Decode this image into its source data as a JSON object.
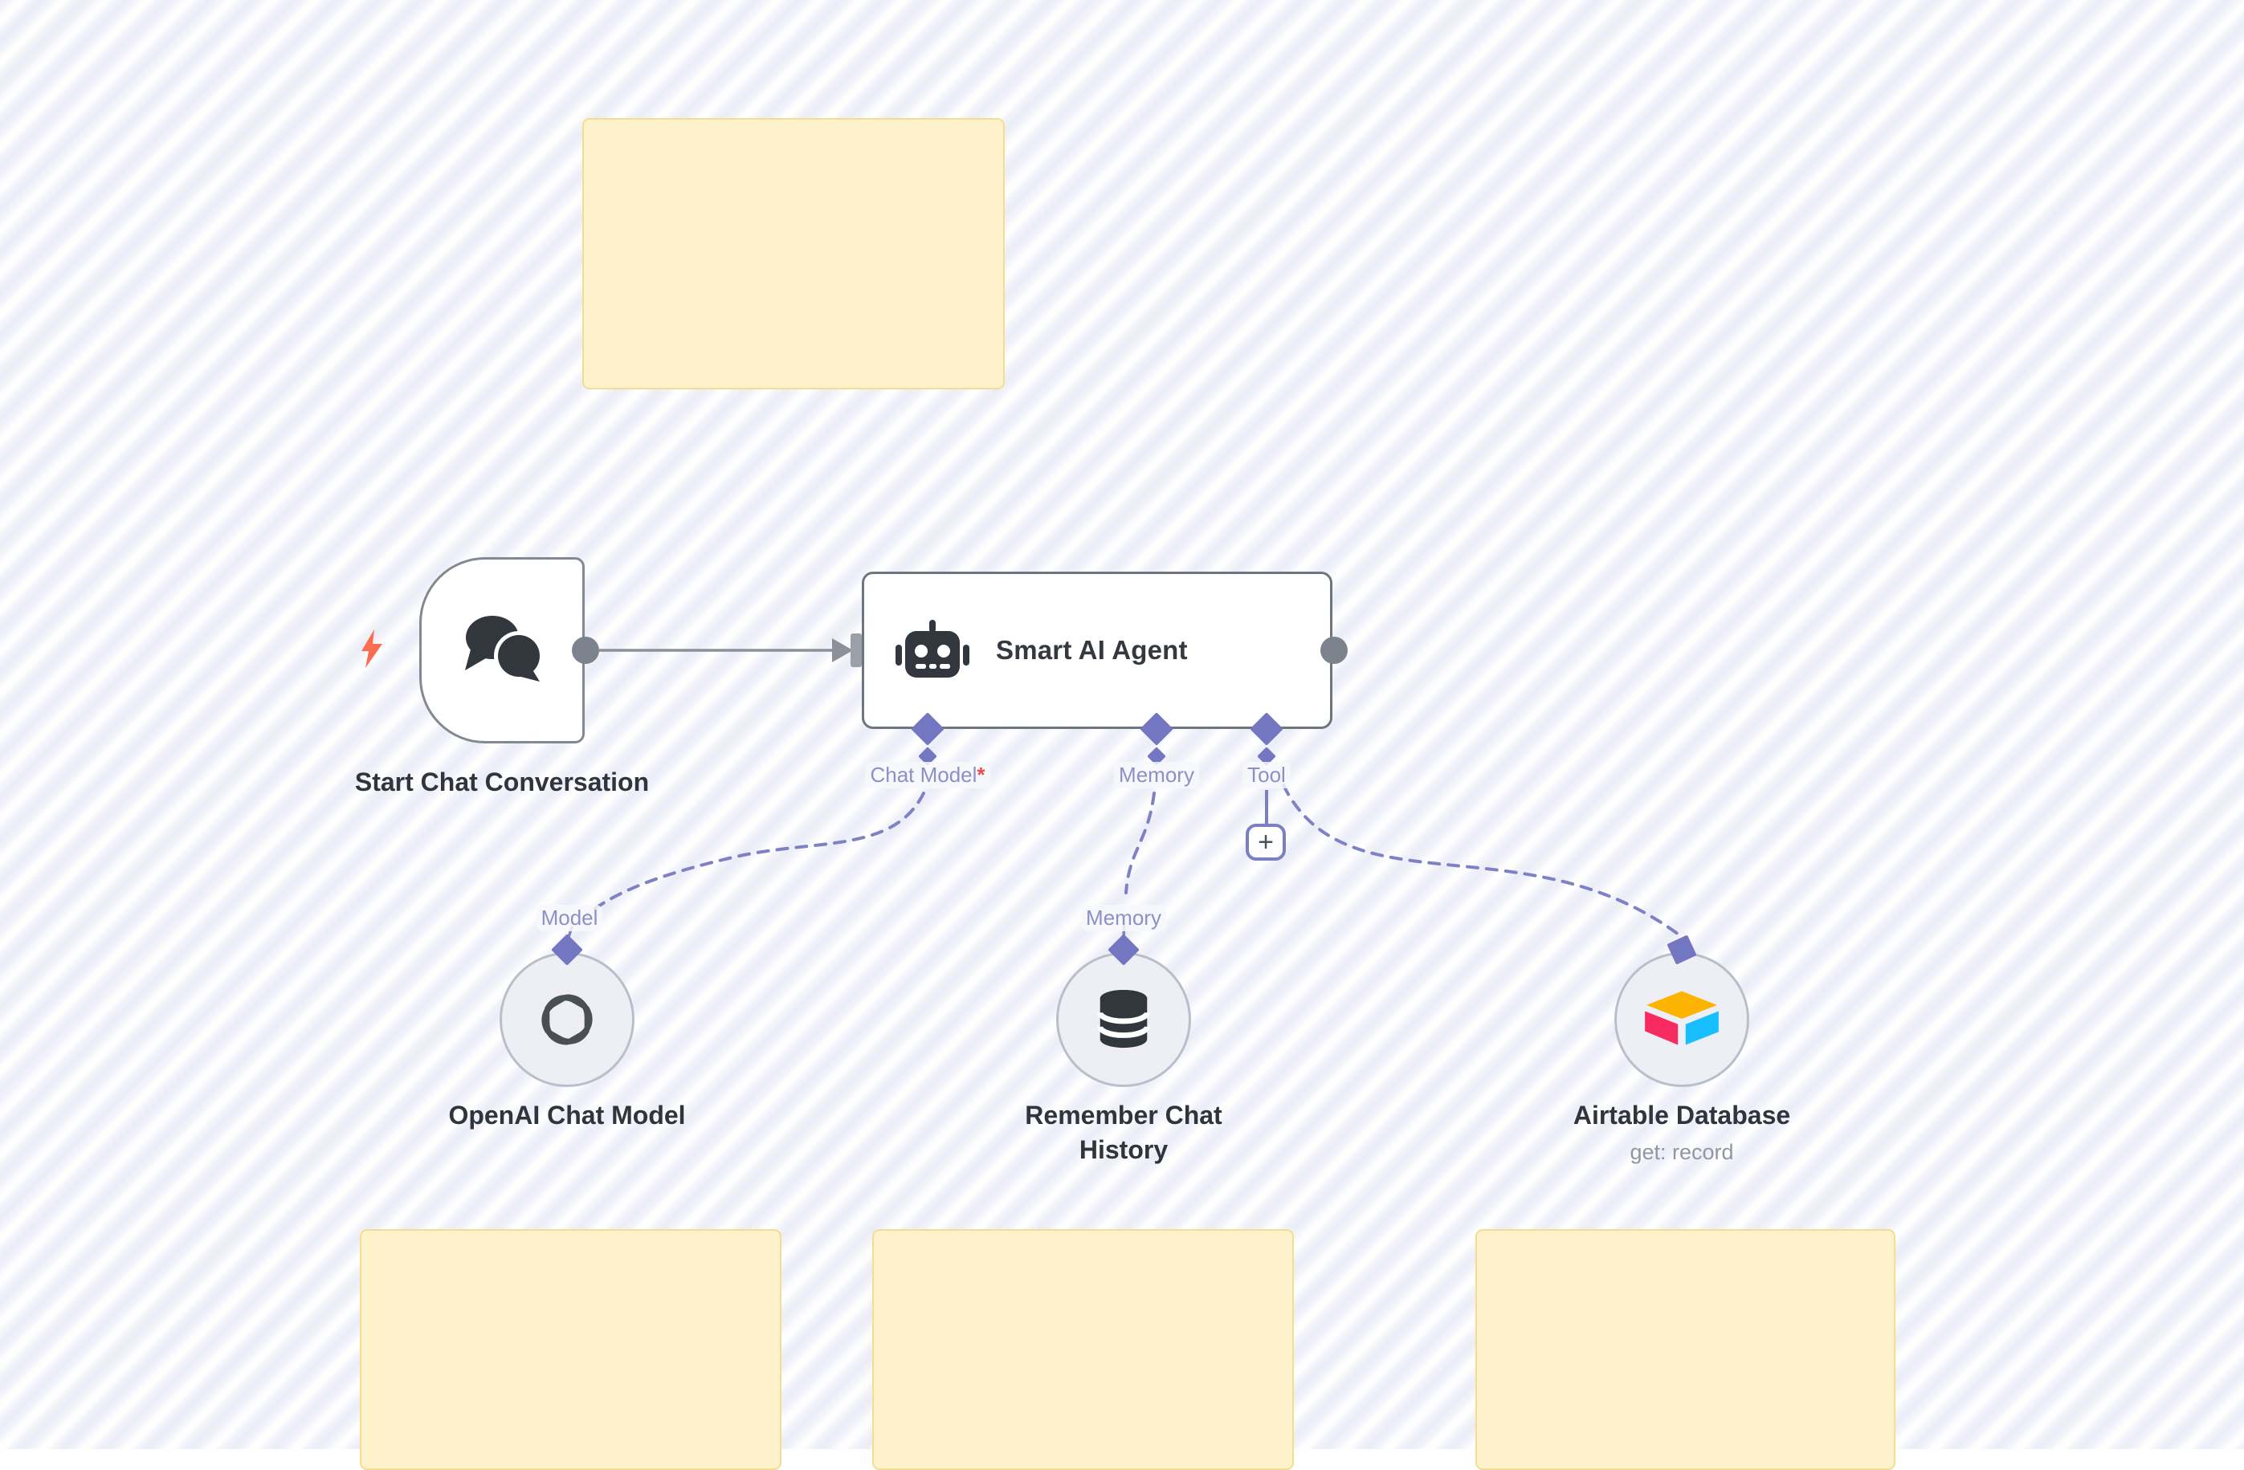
{
  "app": "workflow-canvas",
  "trigger_node": {
    "label": "Start Chat Conversation",
    "icon": "chat-bubbles-icon",
    "trigger_icon": "lightning-bolt-icon"
  },
  "agent_node": {
    "title": "Smart AI Agent",
    "icon": "robot-icon",
    "output_ports": [
      {
        "label": "Chat Model",
        "required_marker": "*"
      },
      {
        "label": "Memory",
        "required_marker": ""
      },
      {
        "label": "Tool",
        "required_marker": ""
      }
    ],
    "add_tool_button": "+"
  },
  "subnodes": [
    {
      "port_label": "Model",
      "label": "OpenAI Chat Model",
      "sublabel": "",
      "icon": "openai-logo-icon"
    },
    {
      "port_label": "Memory",
      "label": "Remember Chat History",
      "sublabel": "",
      "icon": "database-icon"
    },
    {
      "port_label": "",
      "label": "Airtable Database",
      "sublabel": "get: record",
      "icon": "airtable-logo-icon"
    }
  ],
  "sticky_notes": [
    {
      "position": "top",
      "text": ""
    },
    {
      "position": "bottom-left",
      "text": ""
    },
    {
      "position": "bottom-middle",
      "text": ""
    },
    {
      "position": "bottom-right",
      "text": ""
    }
  ],
  "colors": {
    "canvas_stripe": "#eaecf7",
    "canvas_base": "#ffffff",
    "sticky_fill": "#fdf2cc",
    "sticky_border": "#f5dd90",
    "node_border_gray": "#6f757e",
    "connector_gray": "#8b9199",
    "endpoint_dot_gray": "#7d838c",
    "port_diamond_purple": "#7377c1",
    "dashed_line_purple": "#7e82c5",
    "port_label_purple": "#8c90c6",
    "required_red": "#e84b4b",
    "trigger_bolt_coral": "#fb6d51",
    "icon_dark": "#32373d",
    "airtable_yellow": "#fcb400",
    "airtable_blue": "#18bfff",
    "airtable_pink": "#f82b60"
  }
}
